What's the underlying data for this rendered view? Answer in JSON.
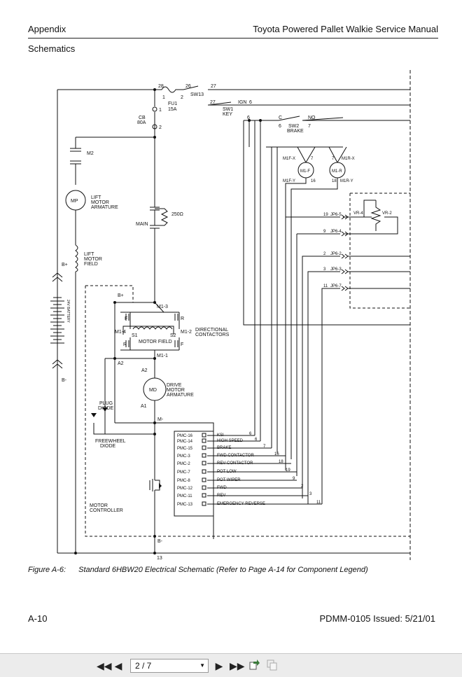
{
  "header": {
    "left": "Appendix",
    "right": "Toyota Powered Pallet Walkie Service Manual",
    "section": "Schematics"
  },
  "caption": {
    "label": "Figure A-6:",
    "text": "Standard 6HBW20 Electrical Schematic (Refer to Page A-14 for Component Legend)"
  },
  "footer": {
    "page": "A-10",
    "doc": "PDMM-0105 Issued:  5/21/01"
  },
  "schematic": {
    "top_nodes": {
      "n28": "28",
      "n26": "26",
      "n27a": "27",
      "n27b": "27",
      "n1": "1",
      "n2": "2"
    },
    "sw13": "SW13",
    "fu1": [
      "FU1",
      "15A"
    ],
    "cb": [
      "CB",
      "80A"
    ],
    "cb_pins": [
      "1",
      "2"
    ],
    "sw1": [
      "SW1",
      "KEY"
    ],
    "ign": "IGN",
    "ign_wire": "6",
    "sw2": [
      "SW2",
      "BRAKE"
    ],
    "sw2_c": "C",
    "sw2_no": "NO",
    "sw2_wires": [
      "6",
      "7"
    ],
    "m2": "M2",
    "mp": "MP",
    "lift_armature": [
      "LIFT",
      "MOTOR",
      "ARMATURE"
    ],
    "lift_field": [
      "LIFT",
      "MOTOR",
      "FIELD"
    ],
    "res250": "250Ω",
    "main": "MAIN",
    "m1f": {
      "name": "M1-F",
      "x": "M1F-X",
      "y": "M1F-Y",
      "w_top": "7",
      "w_bot": "16"
    },
    "m1r": {
      "name": "M1-R",
      "x": "M1R-X",
      "y": "M1R-Y",
      "w_top": "7",
      "w_bot": "18"
    },
    "vr4": "VR-4",
    "vr2": "VR-2",
    "jp": [
      {
        "wire": "19",
        "name": "JP6-5"
      },
      {
        "wire": "9",
        "name": "JP6-4"
      },
      {
        "wire": "2",
        "name": "JP6-2"
      },
      {
        "wire": "3",
        "name": "JP6-3"
      },
      {
        "wire": "11",
        "name": "JP6-7"
      }
    ],
    "bplus_bat": "B+",
    "bminus_bat": "B-",
    "battery": "24V BATTERY",
    "bplus_ctl": "B+",
    "m13": "M1-3",
    "m14": "M1-4",
    "m12": "M1-2",
    "m11": "M1-1",
    "f_left": "F",
    "r_right": "R",
    "r_bottom": "R",
    "f_bottom": "F",
    "s1": "S1",
    "s2": "S2",
    "motor_field": "MOTOR FIELD",
    "directional": [
      "DIRECTIONAL",
      "CONTACTORS"
    ],
    "a2a": "A2",
    "a2b": "A2",
    "a1": "A1",
    "md": "MD",
    "drive_armature": [
      "DRIVE",
      "MOTOR",
      "ARMATURE"
    ],
    "plug_diode": [
      "PLUG",
      "DIODE"
    ],
    "freewheel": [
      "FREEWHEEL",
      "DIODE"
    ],
    "mminus": "M-",
    "bminus_ctl": "B-",
    "motor_controller": [
      "MOTOR",
      "CONTROLLER"
    ],
    "bottom_wire": "13",
    "pmc": [
      {
        "pin": "PMC-16",
        "signal": "KSI",
        "wire": "6"
      },
      {
        "pin": "PMC-14",
        "signal": "HIGH SPEED",
        "wire": "6"
      },
      {
        "pin": "PMC-15",
        "signal": "BRAKE",
        "wire": "7"
      },
      {
        "pin": "PMC-3",
        "signal": "FWD CONTACTOR",
        "wire": "16"
      },
      {
        "pin": "PMC-2",
        "signal": "REV CONTACTOR",
        "wire": "18"
      },
      {
        "pin": "PMC-7",
        "signal": "POT LOW",
        "wire": "19"
      },
      {
        "pin": "PMC-8",
        "signal": "POT WIPER",
        "wire": "9"
      },
      {
        "pin": "PMC-12",
        "signal": "FWD",
        "wire": "2"
      },
      {
        "pin": "PMC-11",
        "signal": "REV",
        "wire": "3"
      },
      {
        "pin": "PMC-13",
        "signal": "EMERGENCY REVERSE",
        "wire": "11"
      }
    ]
  },
  "viewer": {
    "page_value": "2 / 7"
  }
}
